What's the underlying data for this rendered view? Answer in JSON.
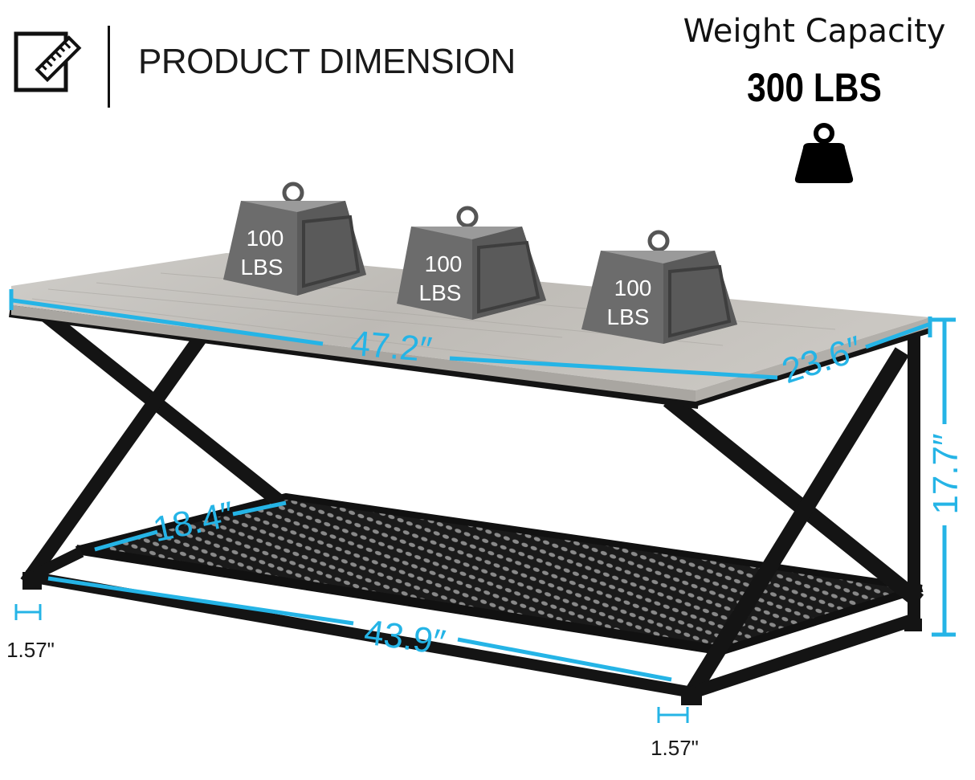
{
  "header": {
    "title": "PRODUCT DIMENSION",
    "icon": "ruler-note-icon"
  },
  "capacity": {
    "label": "Weight Capacity",
    "value": "300 LBS",
    "icon": "weight-icon"
  },
  "weights": [
    {
      "line1": "100",
      "line2": "LBS"
    },
    {
      "line1": "100",
      "line2": "LBS"
    },
    {
      "line1": "100",
      "line2": "LBS"
    }
  ],
  "dimensions": {
    "length": "47.2″",
    "depth": "23.6″",
    "height": "17.7″",
    "shelf_depth": "18.4″",
    "shelf_length": "43.9″",
    "leg_left": "1.57\"",
    "leg_right": "1.57\""
  },
  "colors": {
    "dimension_line": "#25b4e6",
    "frame": "#141414",
    "tabletop": "#c9c7c3",
    "weight_body": "#707070"
  }
}
